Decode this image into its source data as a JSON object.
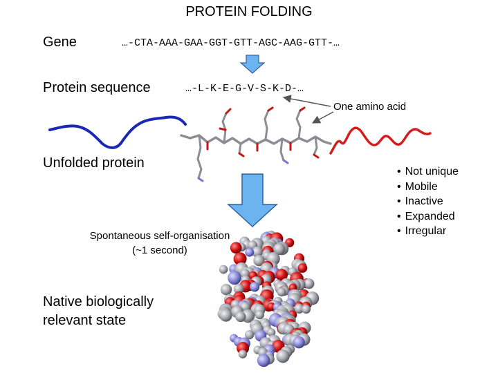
{
  "title": "PROTEIN FOLDING",
  "gene": {
    "label": "Gene",
    "sequence": "…-CTA-AAA-GAA-GGT-GTT-AGC-AAG-GTT-…"
  },
  "protein": {
    "label": "Protein sequence",
    "sequence": "…-L-K-E-G-V-S-K-D-…"
  },
  "amino_acid_label": "One amino acid",
  "unfolded_label": "Unfolded protein",
  "properties": [
    "Not unique",
    "Mobile",
    "Inactive",
    "Expanded",
    "Irregular"
  ],
  "process": {
    "line1": "Spontaneous self-organisation",
    "line2": "(~1 second)"
  },
  "native": {
    "line1": "Native biologically",
    "line2": "relevant state"
  },
  "colors": {
    "arrow_fill": "#6cb4f0",
    "arrow_stroke": "#3060a0",
    "chain_blue": "#1a28b4",
    "chain_red": "#d41c1c",
    "atom_grey": "#a8a8b0",
    "atom_red": "#d01010",
    "atom_blue": "#8888d8"
  }
}
